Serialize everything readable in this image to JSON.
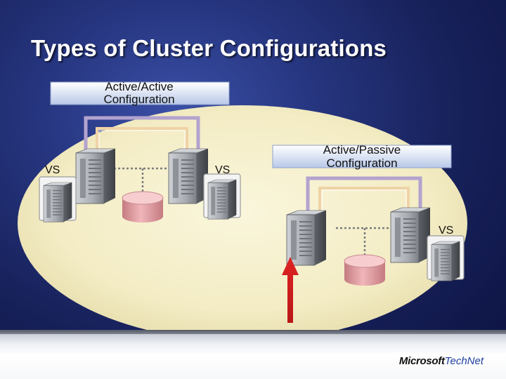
{
  "slide": {
    "title": "Types of Cluster Configurations"
  },
  "diagram": {
    "active_active": {
      "label_line1": "Active/Active",
      "label_line2": "Configuration",
      "vs_left": "VS",
      "vs_right": "VS"
    },
    "active_passive": {
      "label_line1": "Active/Passive",
      "label_line2": "Configuration",
      "vs": "VS"
    }
  },
  "footer": {
    "brand_microsoft": "Microsoft",
    "brand_technet": "TechNet"
  },
  "colors": {
    "background": "#1e2a6e",
    "ellipse": "#f3ecc4",
    "arrow": "#e02222",
    "storage": "#e8a8ac"
  }
}
